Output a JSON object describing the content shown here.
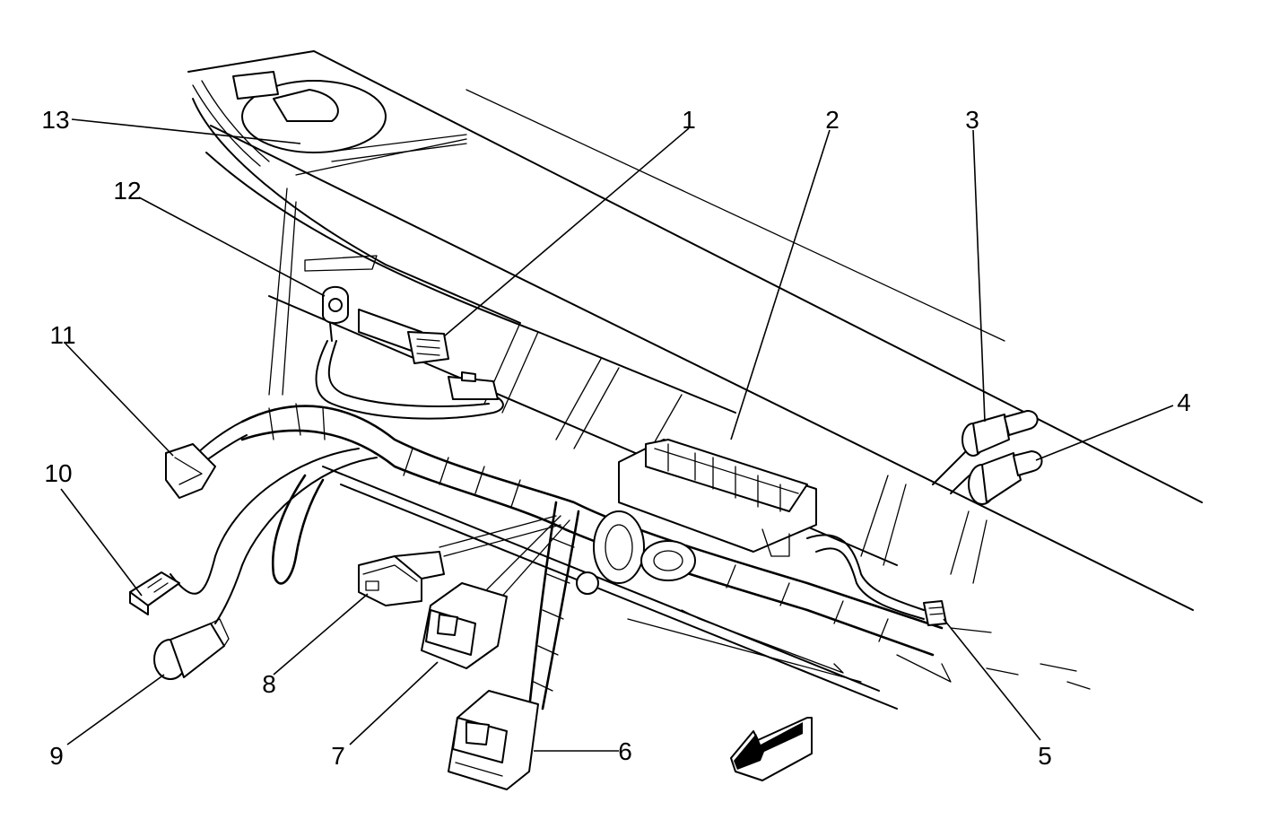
{
  "callouts": [
    {
      "id": "1",
      "label": "1"
    },
    {
      "id": "2",
      "label": "2"
    },
    {
      "id": "3",
      "label": "3"
    },
    {
      "id": "4",
      "label": "4"
    },
    {
      "id": "5",
      "label": "5"
    },
    {
      "id": "6",
      "label": "6"
    },
    {
      "id": "7",
      "label": "7"
    },
    {
      "id": "8",
      "label": "8"
    },
    {
      "id": "9",
      "label": "9"
    },
    {
      "id": "10",
      "label": "10"
    },
    {
      "id": "11",
      "label": "11"
    },
    {
      "id": "12",
      "label": "12"
    },
    {
      "id": "13",
      "label": "13"
    }
  ],
  "colors": {
    "ink": "#000000",
    "paper": "#ffffff"
  }
}
